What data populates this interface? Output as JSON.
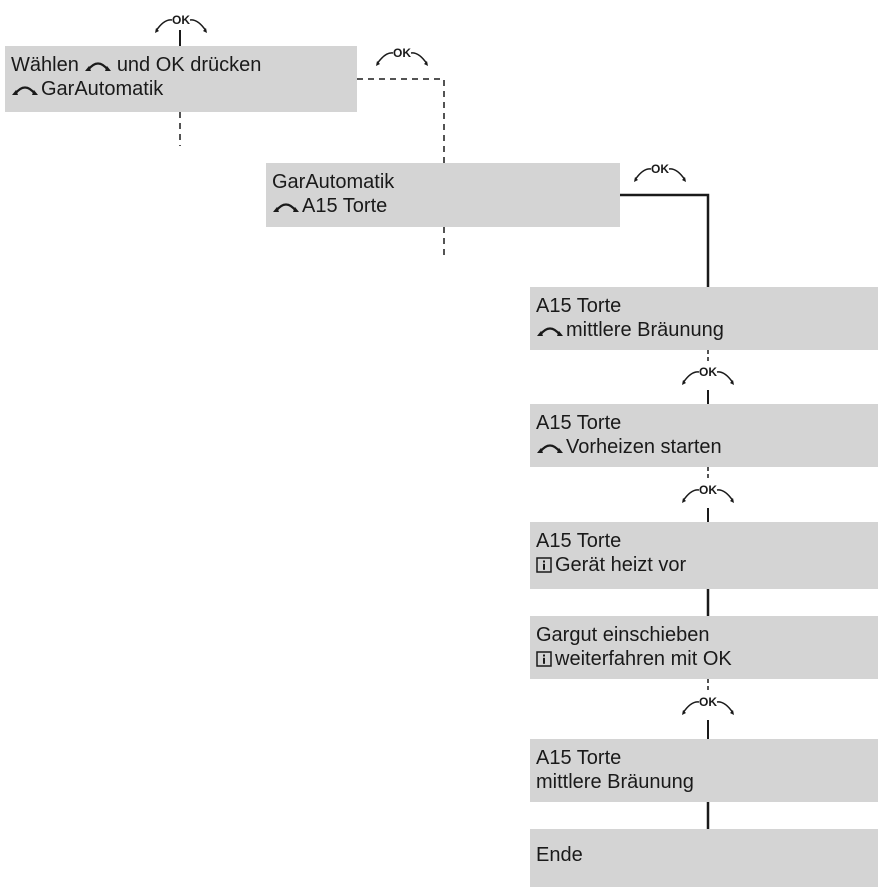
{
  "colors": {
    "box_fill": "#d4d4d4",
    "line": "#1a1a1a",
    "text": "#1a1a1a"
  },
  "ok_label": "OK",
  "icons": {
    "rotate": "rotary-knob-icon",
    "info": "info-icon"
  },
  "boxes": [
    {
      "line1_pre": "Wählen",
      "line1_post": "und OK drücken",
      "line2": "GarAutomatik",
      "line2_icon": "rotate"
    },
    {
      "line1": "GarAutomatik",
      "line2": "A15 Torte",
      "line2_icon": "rotate"
    },
    {
      "line1": "A15 Torte",
      "line2": "mittlere Bräunung",
      "line2_icon": "rotate"
    },
    {
      "line1": "A15 Torte",
      "line2": "Vorheizen starten",
      "line2_icon": "rotate"
    },
    {
      "line1": "A15 Torte",
      "line2": "Gerät heizt vor",
      "line2_icon": "info"
    },
    {
      "line1": "Gargut einschieben",
      "line2": "weiterfahren mit OK",
      "line2_icon": "info"
    },
    {
      "line1": "A15 Torte",
      "line2": "mittlere Bräunung",
      "line2_icon": "none"
    },
    {
      "line1": "Ende",
      "line2": "",
      "line2_icon": "none"
    }
  ]
}
